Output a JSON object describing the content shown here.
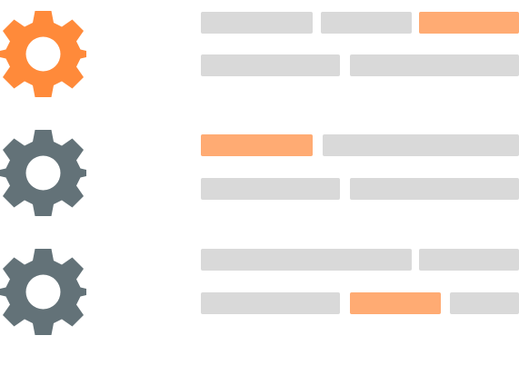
{
  "colors": {
    "active_gear": "#ff8a3a",
    "inactive_gear": "#637278",
    "placeholder_bar": "#d9d9d9",
    "highlight_bar": "#ffab73",
    "background": "#ffffff"
  },
  "rows": [
    {
      "icon": "gear-icon",
      "state": "active"
    },
    {
      "icon": "gear-icon",
      "state": "inactive"
    },
    {
      "icon": "gear-icon",
      "state": "inactive"
    }
  ]
}
